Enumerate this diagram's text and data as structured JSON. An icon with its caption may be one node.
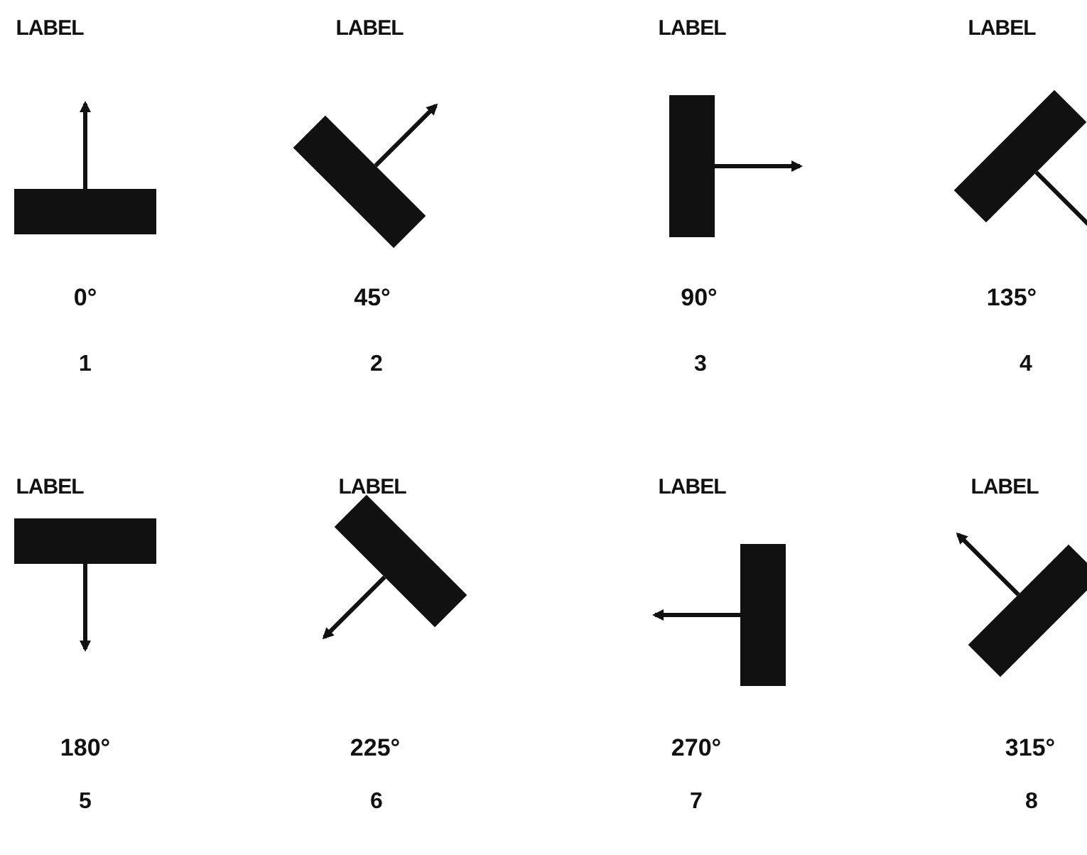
{
  "diagram": {
    "labels": [
      "LABEL",
      "LABEL",
      "LABEL",
      "LABEL",
      "0°",
      "45°",
      "90°",
      "135°",
      "1",
      "2",
      "3",
      "4",
      "LABEL",
      "LABEL",
      "LABEL",
      "LABEL",
      "180°",
      "225°",
      "270°",
      "315°",
      "5",
      "6",
      "7",
      "8"
    ]
  }
}
